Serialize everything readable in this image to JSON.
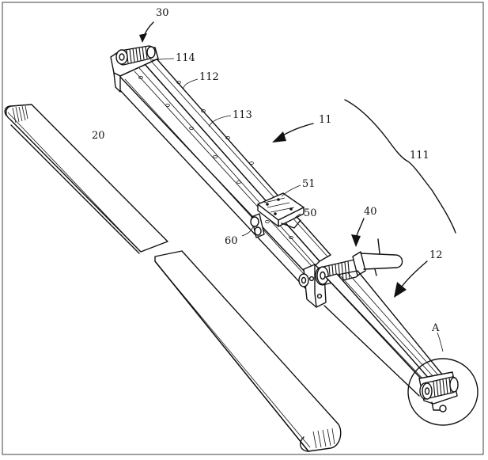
{
  "labels": {
    "l30": "30",
    "l114": "114",
    "l112": "112",
    "l113": "113",
    "l11": "11",
    "l111": "111",
    "l20": "20",
    "l51": "51",
    "l50": "50",
    "l40": "40",
    "l60": "60",
    "l12": "12",
    "lA": "A"
  }
}
